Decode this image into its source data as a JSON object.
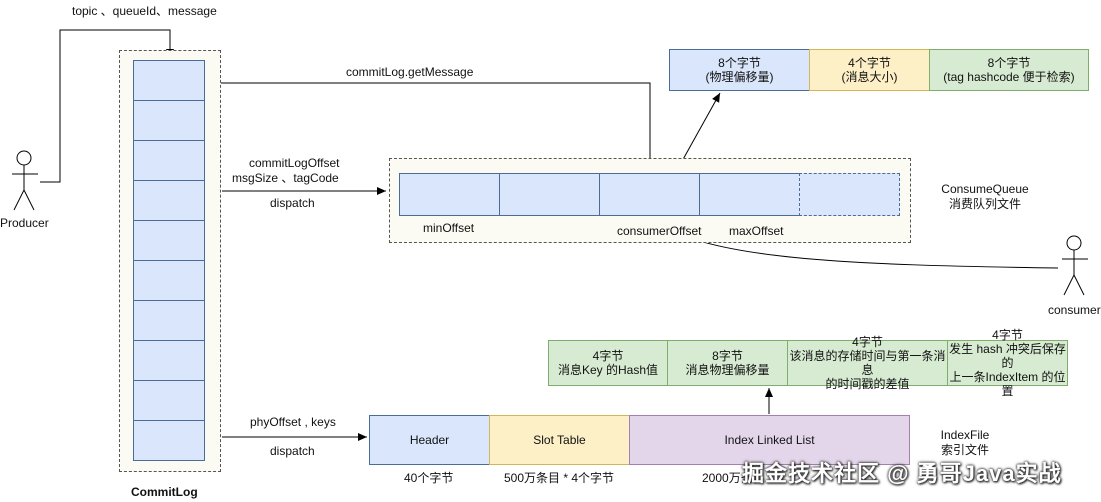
{
  "producer": {
    "label": "Producer"
  },
  "consumer": {
    "label": "consumer"
  },
  "producer_msg": {
    "text": "topic 、queueId、message"
  },
  "commitlog": {
    "label": "CommitLog",
    "cell_count": 10
  },
  "get_message": {
    "text": "commitLog.getMessage"
  },
  "dispatch1": {
    "line1": "commitLogOffset",
    "line2": "msgSize 、tagCode",
    "line3": "dispatch"
  },
  "consume_queue": {
    "label_line1": "ConsumeQueue",
    "label_line2": "消费队列文件",
    "min_offset": "minOffset",
    "consumer_offset": "consumerOffset",
    "max_offset": "maxOffset"
  },
  "cq_entry": [
    {
      "line1": "8个字节",
      "line2": "(物理偏移量)"
    },
    {
      "line1": "4个字节",
      "line2": "(消息大小)"
    },
    {
      "line1": "8个字节",
      "line2": "(tag hashcode 便于检索)"
    }
  ],
  "dispatch2": {
    "line1": "phyOffset , keys",
    "line2": "dispatch"
  },
  "index_file": {
    "label_line1": "IndexFile",
    "label_line2": "索引文件",
    "header": "Header",
    "slot_table": "Slot Table",
    "linked_list": "Index Linked List",
    "header_size": "40个字节",
    "slot_size": "500万条目 * 4个字节",
    "list_size": "2000万条目"
  },
  "index_item": [
    {
      "line1": "4字节",
      "line2": "消息Key 的Hash值",
      "line3": ""
    },
    {
      "line1": "8字节",
      "line2": "消息物理偏移量",
      "line3": ""
    },
    {
      "line1": "4字节",
      "line2": "该消息的存储时间与第一条消息",
      "line3": "的时间戳的差值"
    },
    {
      "line1": "4字节",
      "line2": "发生 hash 冲突后保存的",
      "line3": "上一条IndexItem 的位置"
    }
  ],
  "watermark": {
    "text": "掘金技术社区 @ 勇哥Java实战"
  }
}
